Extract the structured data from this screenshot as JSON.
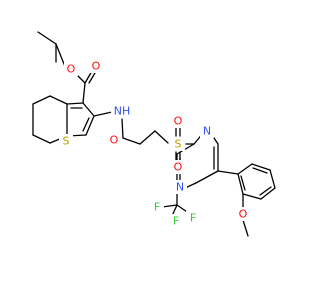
{
  "molecule": {
    "atom_labels": {
      "O": "O",
      "S": "S",
      "N": "N",
      "NH": "NH",
      "F": "F"
    },
    "colors": {
      "bond": "#000000",
      "O": "#ff0d0d",
      "S": "#b8a000",
      "N": "#3050f8",
      "F": "#33cc33"
    }
  }
}
